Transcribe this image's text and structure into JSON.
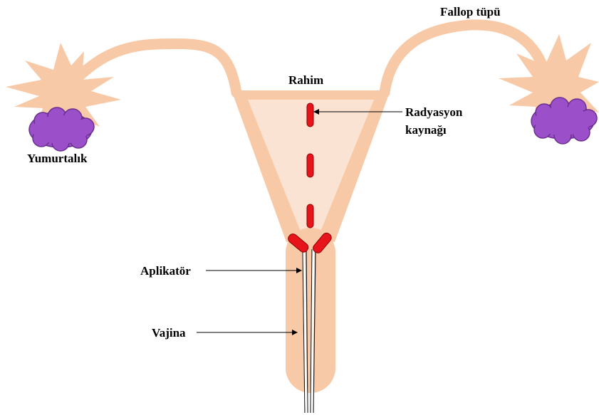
{
  "labels": {
    "fallopian_tube": "Fallop tüpü",
    "uterus": "Rahim",
    "radiation_source_line1": "Radyasyon",
    "radiation_source_line2": "kaynağı",
    "ovary": "Yumurtalık",
    "applicator": "Aplikatör",
    "vagina": "Vajina"
  },
  "colors": {
    "tissue": "#f8c9a6",
    "uterus_inner": "#fbe3d3",
    "ovary_burst": "#f8c9a6",
    "ovary": "#9b4fc9",
    "ovary_outline": "#6a2f8f",
    "source": "#e8141c",
    "source_outline": "#8a0000",
    "pointer": "#000000"
  }
}
